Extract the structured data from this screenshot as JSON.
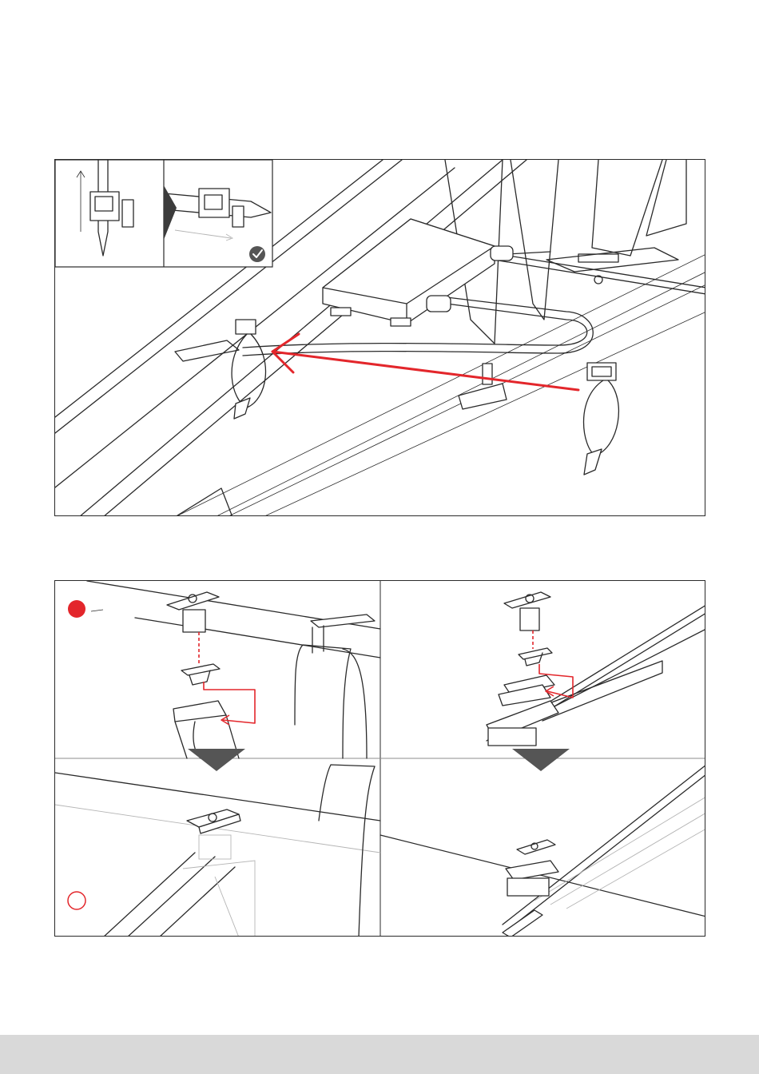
{
  "figures": [
    {
      "id": "cable-tie-step",
      "inset": {
        "step_state": "check-icon",
        "arrow_icon": "triangle-right-icon"
      },
      "direction_color": "#e3262b"
    },
    {
      "id": "clip-mounting-step",
      "quadrants": 4,
      "down_arrow_icon": "triangle-down-icon",
      "markers": [
        {
          "position": "top-left",
          "style": "filled",
          "color": "#e3262b"
        },
        {
          "position": "bottom-left",
          "style": "outline",
          "color": "#e3262b"
        }
      ]
    }
  ],
  "colors": {
    "accent": "#e3262b",
    "line": "#2a2a2a",
    "footer": "#d9d9d9",
    "check_badge": "#555555"
  }
}
